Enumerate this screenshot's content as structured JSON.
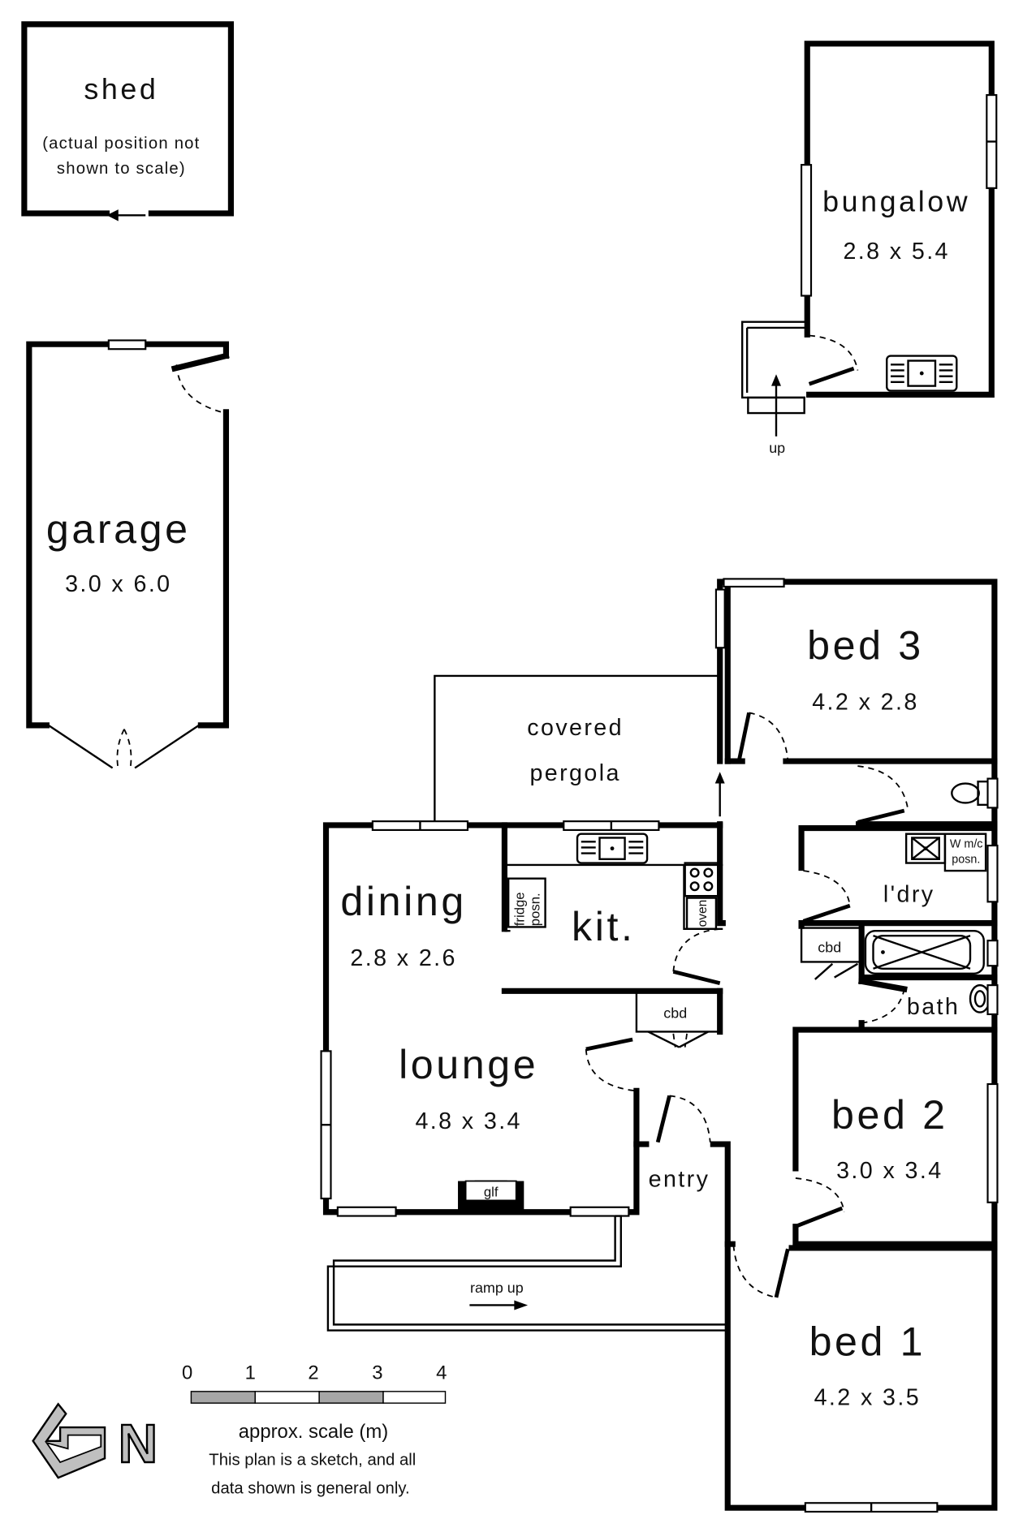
{
  "rooms": {
    "shed": {
      "name": "shed",
      "note_line1": "(actual position not",
      "note_line2": "shown to scale)"
    },
    "bungalow": {
      "name": "bungalow",
      "dims": "2.8 x 5.4",
      "up": "up"
    },
    "garage": {
      "name": "garage",
      "dims": "3.0 x 6.0"
    },
    "bed3": {
      "name": "bed 3",
      "dims": "4.2 x 2.8"
    },
    "pergola": {
      "name_line1": "covered",
      "name_line2": "pergola"
    },
    "dining": {
      "name": "dining",
      "dims": "2.8 x 2.6"
    },
    "kitchen": {
      "name": "kit.",
      "fridge_line1": "fridge",
      "fridge_line2": "posn.",
      "oven": "oven"
    },
    "laundry": {
      "name": "l'dry",
      "wm_line1": "W m/c",
      "wm_line2": "posn."
    },
    "bath": {
      "name": "bath",
      "cbd": "cbd"
    },
    "hall_cbd": "cbd",
    "lounge": {
      "name": "lounge",
      "dims": "4.8 x 3.4",
      "fireplace": "glf"
    },
    "entry": {
      "name": "entry"
    },
    "bed2": {
      "name": "bed 2",
      "dims": "3.0 x 3.4"
    },
    "bed1": {
      "name": "bed 1",
      "dims": "4.2 x 3.5"
    },
    "ramp": {
      "label": "ramp up"
    }
  },
  "scale": {
    "ticks": [
      "0",
      "1",
      "2",
      "3",
      "4"
    ],
    "label": "approx. scale (m)",
    "disclaimer_line1": "This plan is a sketch, and all",
    "disclaimer_line2": "data shown is general only."
  },
  "north": {
    "letter": "N"
  },
  "colors": {
    "line": "#000000",
    "scale_shade": "#a6a6a6",
    "background": "#ffffff"
  }
}
